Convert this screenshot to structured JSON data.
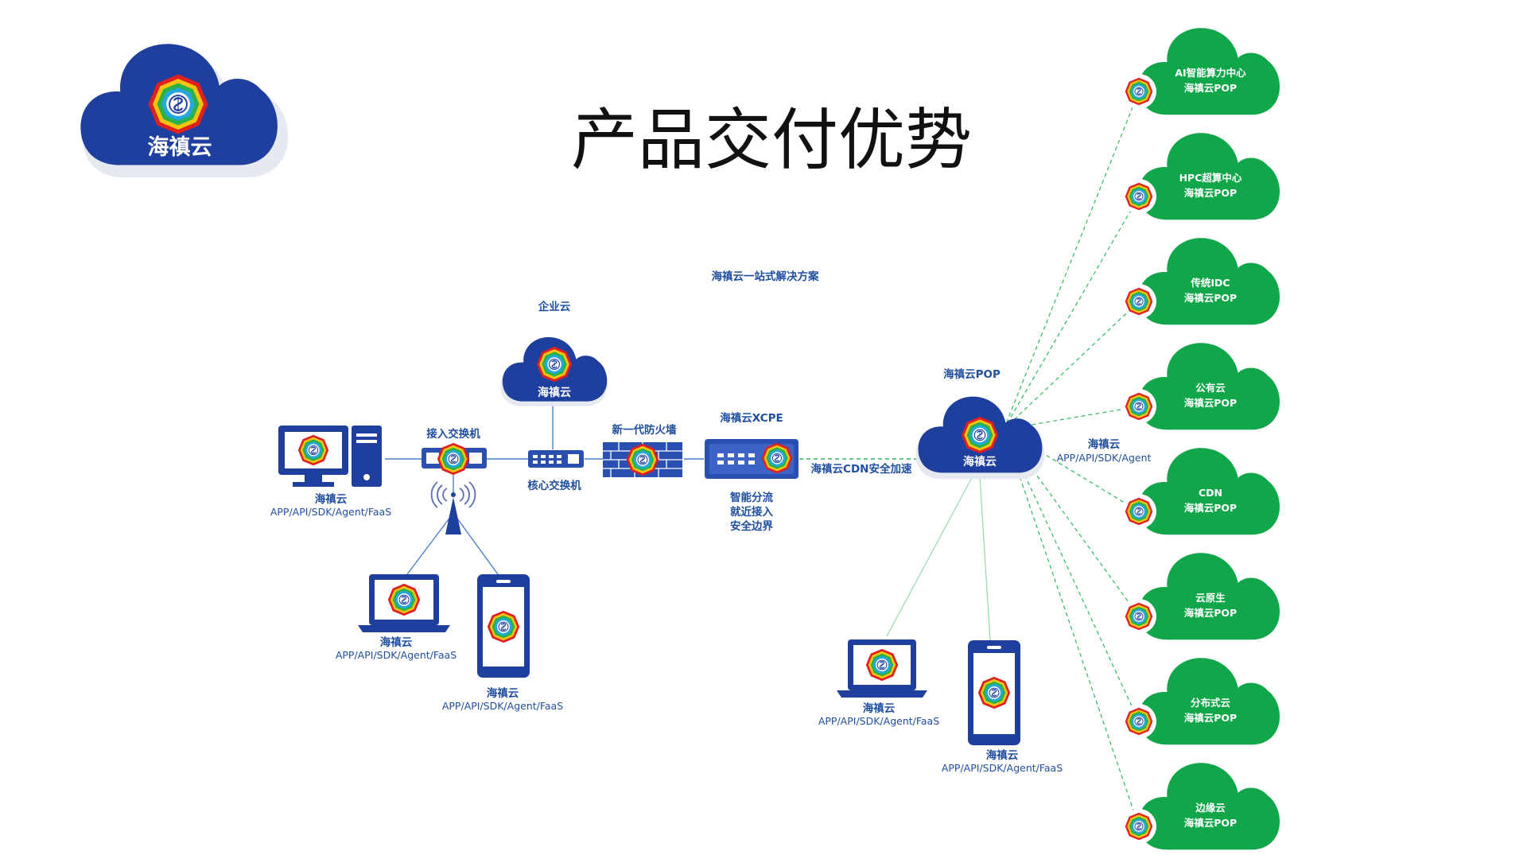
{
  "title": "产品交付优势",
  "subtitle": "海禛云一站式解决方案",
  "logo": {
    "label": "海禛云",
    "icon": "bagua-logo-icon"
  },
  "colors": {
    "blue": "#1f3f9e",
    "label_blue": "#1f4e9e",
    "green": "#12a64a",
    "link_green": "#2eb860",
    "link_blue": "#4a7fc6"
  },
  "enterprise_cloud": {
    "caption": "企业云",
    "label": "海禛云"
  },
  "access_switch": {
    "caption": "接入交换机"
  },
  "core_switch": {
    "caption": "核心交换机"
  },
  "firewall": {
    "caption": "新一代防火墙"
  },
  "xcpe": {
    "caption": "海禛云XCPE",
    "features": [
      "智能分流",
      "就近接入",
      "安全边界"
    ]
  },
  "cdn_link": {
    "label": "海禛云CDN安全加速"
  },
  "pop_hub": {
    "caption": "海禛云POP",
    "label": "海禛云",
    "client_name": "海禛云",
    "client_sub": "APP/API/SDK/Agent"
  },
  "clients": [
    {
      "device": "desktop",
      "name": "海禛云",
      "sub": "APP/API/SDK/Agent/FaaS"
    },
    {
      "device": "laptop",
      "name": "海禛云",
      "sub": "APP/API/SDK/Agent/FaaS"
    },
    {
      "device": "phone",
      "name": "海禛云",
      "sub": "APP/API/SDK/Agent/FaaS"
    },
    {
      "device": "laptop",
      "name": "海禛云",
      "sub": "APP/API/SDK/Agent/FaaS"
    },
    {
      "device": "phone",
      "name": "海禛云",
      "sub": "APP/API/SDK/Agent/FaaS"
    }
  ],
  "pops": [
    {
      "line1": "AI智能算力中心",
      "line2": "海禛云POP"
    },
    {
      "line1": "HPC超算中心",
      "line2": "海禛云POP"
    },
    {
      "line1": "传统IDC",
      "line2": "海禛云POP"
    },
    {
      "line1": "公有云",
      "line2": "海禛云POP"
    },
    {
      "line1": "CDN",
      "line2": "海禛云POP"
    },
    {
      "line1": "云原生",
      "line2": "海禛云POP"
    },
    {
      "line1": "分布式云",
      "line2": "海禛云POP"
    },
    {
      "line1": "边缘云",
      "line2": "海禛云POP"
    }
  ]
}
